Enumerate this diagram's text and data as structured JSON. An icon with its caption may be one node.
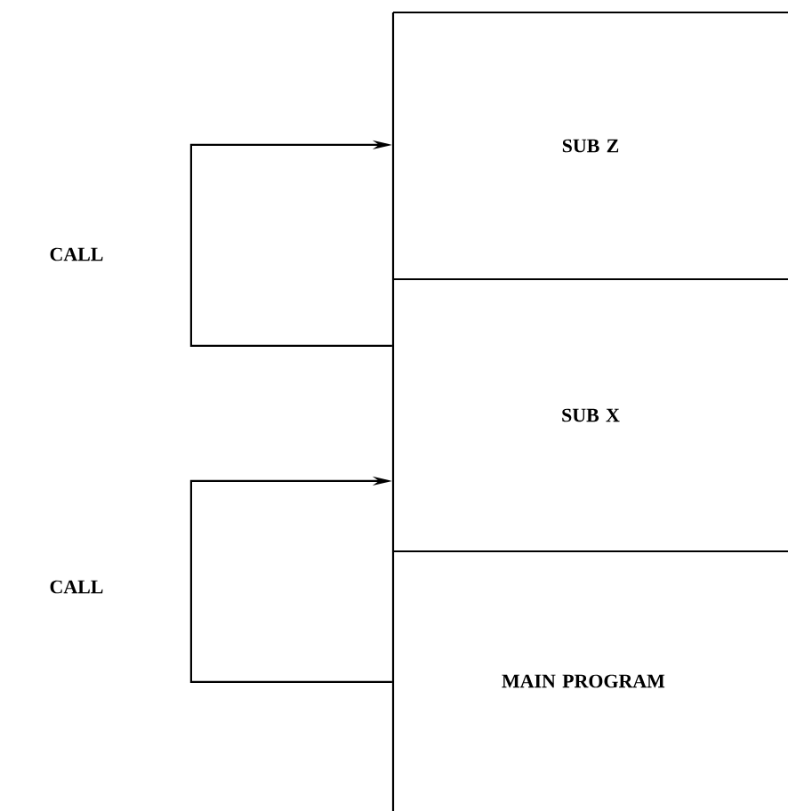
{
  "diagram": {
    "nodes": [
      {
        "text": [
          "SUB Z"
        ]
      },
      {
        "text": [
          "SUB X"
        ]
      },
      {
        "text": [
          "MAIN PROGRAM"
        ]
      }
    ],
    "edges": [
      {
        "from": 1,
        "to": 0,
        "arrow": "to",
        "label": "CALL"
      },
      {
        "from": 2,
        "to": 1,
        "arrow": "to",
        "label": "CALL"
      }
    ]
  }
}
